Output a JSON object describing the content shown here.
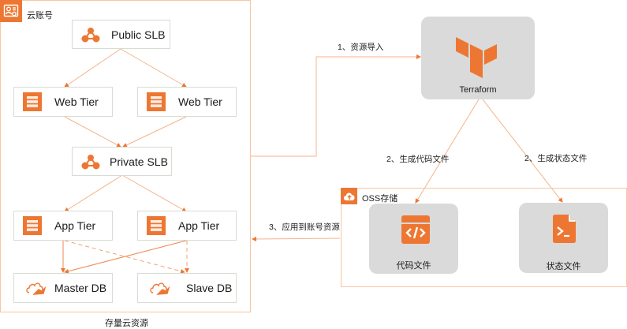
{
  "colors": {
    "accent": "#ed7732",
    "line": "#f4b48a",
    "node_border": "#d6ddd2",
    "card_bg": "#dadada"
  },
  "account_group": {
    "title": "云账号",
    "icon": "account-settings-icon",
    "caption": "存量云资源"
  },
  "nodes": {
    "public_slb": {
      "label": "Public SLB",
      "icon": "load-balancer-icon"
    },
    "web_tier_1": {
      "label": "Web Tier",
      "icon": "server-icon"
    },
    "web_tier_2": {
      "label": "Web Tier",
      "icon": "server-icon"
    },
    "private_slb": {
      "label": "Private SLB",
      "icon": "load-balancer-icon"
    },
    "app_tier_1": {
      "label": "App Tier",
      "icon": "server-icon"
    },
    "app_tier_2": {
      "label": "App Tier",
      "icon": "server-icon"
    },
    "master_db": {
      "label": "Master DB",
      "icon": "database-cloud-icon"
    },
    "slave_db": {
      "label": "Slave DB",
      "icon": "database-cloud-icon"
    }
  },
  "terraform": {
    "label": "Terraform",
    "icon": "terraform-logo-icon"
  },
  "oss_group": {
    "title": "OSS存储",
    "icon": "cloud-upload-icon",
    "code_file": {
      "label": "代码文件",
      "icon": "code-window-icon"
    },
    "state_file": {
      "label": "状态文件",
      "icon": "terminal-file-icon"
    }
  },
  "edges": {
    "step1": "1、资源导入",
    "step2a": "2、生成代码文件",
    "step2b": "2、生成状态文件",
    "step3": "3、应用到账号资源"
  }
}
